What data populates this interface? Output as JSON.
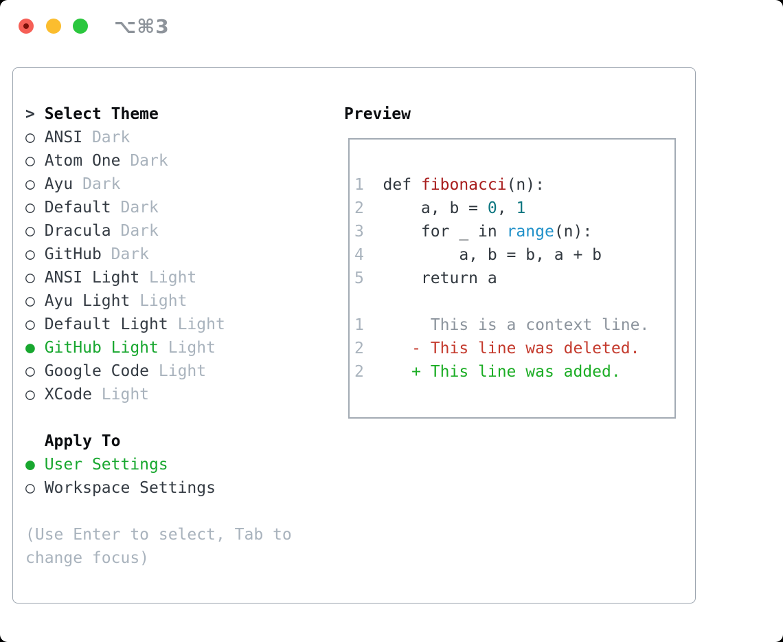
{
  "colors": {
    "accent-green": "#18a72f",
    "text-dark": "#343b43",
    "text-title": "#0b0d10",
    "muted-gray": "#a9b3bd",
    "border-gray": "#9ca5af",
    "border-gray2": "#a3abb4",
    "line-number-gray": "#a9b3bd",
    "code-fg": "#30373e",
    "func-red": "#a81d1d",
    "number-teal": "#0d7680",
    "builtin-blue": "#2191c9",
    "context-gray": "#8c949d",
    "deleted-red": "#c43a2d",
    "added-green": "#1cad25",
    "shortcut-gray": "#8e949b",
    "light-red": "#f65f56",
    "light-yellow": "#fbbd2e",
    "light-green": "#2bc73e"
  },
  "window": {
    "shortcut": "⌥⌘3"
  },
  "markers": {
    "caret": "> ",
    "unselected": "○ ",
    "selected": "● ",
    "none": "  "
  },
  "theme_picker": {
    "title": "Select Theme",
    "items": [
      {
        "name": "ANSI",
        "variant": "Dark",
        "selected": false
      },
      {
        "name": "Atom One",
        "variant": "Dark",
        "selected": false
      },
      {
        "name": "Ayu",
        "variant": "Dark",
        "selected": false
      },
      {
        "name": "Default",
        "variant": "Dark",
        "selected": false
      },
      {
        "name": "Dracula",
        "variant": "Dark",
        "selected": false
      },
      {
        "name": "GitHub",
        "variant": "Dark",
        "selected": false
      },
      {
        "name": "ANSI Light",
        "variant": "Light",
        "selected": false
      },
      {
        "name": "Ayu Light",
        "variant": "Light",
        "selected": false
      },
      {
        "name": "Default Light",
        "variant": "Light",
        "selected": false
      },
      {
        "name": "GitHub Light",
        "variant": "Light",
        "selected": true
      },
      {
        "name": "Google Code",
        "variant": "Light",
        "selected": false
      },
      {
        "name": "XCode",
        "variant": "Light",
        "selected": false
      }
    ]
  },
  "apply_to": {
    "title": "Apply To",
    "options": [
      {
        "label": "User Settings",
        "selected": true
      },
      {
        "label": "Workspace Settings",
        "selected": false
      }
    ]
  },
  "hint_lines": [
    "(Use Enter to select, Tab to",
    "change focus)"
  ],
  "preview": {
    "title": "Preview",
    "lines": [
      {
        "no": "1",
        "segs": [
          {
            "t": "def ",
            "c": "fg"
          },
          {
            "t": "fibonacci",
            "c": "fn"
          },
          {
            "t": "(n):",
            "c": "fg"
          }
        ]
      },
      {
        "no": "2",
        "segs": [
          {
            "t": "    a, b = ",
            "c": "fg"
          },
          {
            "t": "0",
            "c": "num"
          },
          {
            "t": ", ",
            "c": "fg"
          },
          {
            "t": "1",
            "c": "num"
          }
        ]
      },
      {
        "no": "3",
        "segs": [
          {
            "t": "    for _ in ",
            "c": "fg"
          },
          {
            "t": "range",
            "c": "bi"
          },
          {
            "t": "(n):",
            "c": "fg"
          }
        ]
      },
      {
        "no": "4",
        "segs": [
          {
            "t": "        a, b = b, a + b",
            "c": "fg"
          }
        ]
      },
      {
        "no": "5",
        "segs": [
          {
            "t": "    return a",
            "c": "fg"
          }
        ]
      },
      {
        "no": "",
        "segs": []
      },
      {
        "no": "1",
        "segs": [
          {
            "t": "     This is a context line.",
            "c": "ctx"
          }
        ]
      },
      {
        "no": "2",
        "segs": [
          {
            "t": "   - This line was deleted.",
            "c": "del"
          }
        ]
      },
      {
        "no": "2",
        "segs": [
          {
            "t": "   + This line was added.",
            "c": "add"
          }
        ]
      }
    ]
  }
}
